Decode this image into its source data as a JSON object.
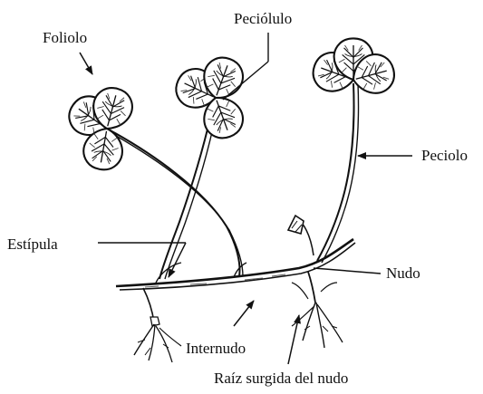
{
  "labels": {
    "foliolo": "Foliolo",
    "peciolulo": "Peciólulo",
    "peciolo": "Peciolo",
    "estipula": "Estípula",
    "nudo": "Nudo",
    "internudo": "Internudo",
    "raiz": "Raíz surgida del nudo"
  },
  "colors": {
    "ink": "#111111",
    "background": "#ffffff"
  }
}
